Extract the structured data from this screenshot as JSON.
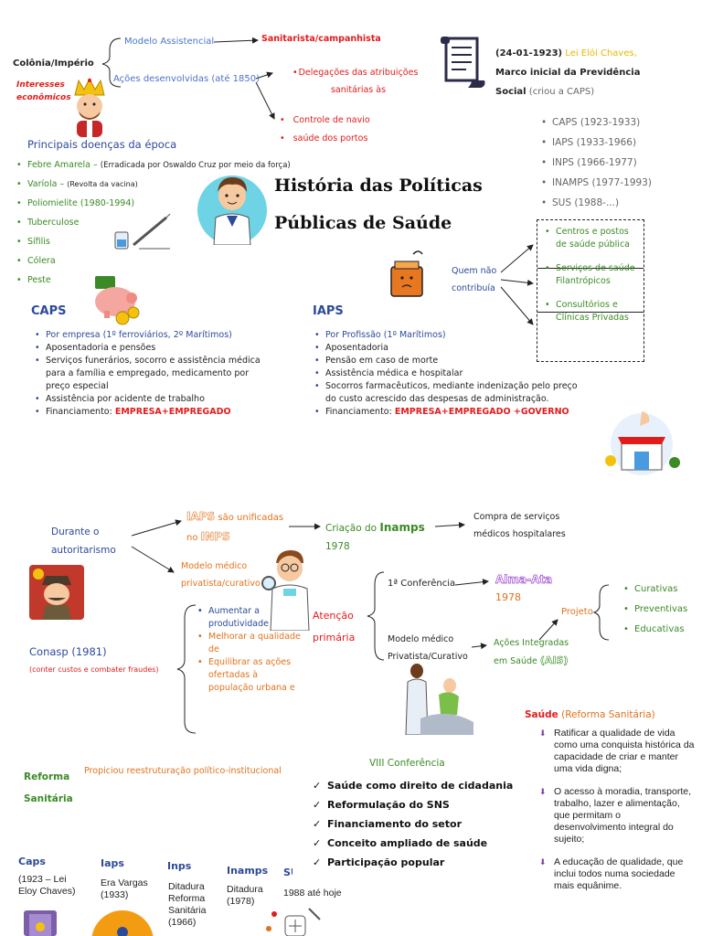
{
  "colonia": {
    "title": "Colônia/Império",
    "interesses": "Interesses\neconômicos",
    "modelo": "Modelo Assistencial",
    "sanitarista": "Sanitarista/campanhista",
    "acoes": "Ações desenvolvidas (até 1850)",
    "delegacoes": "Delegações das atribuições sanitárias às",
    "controle": "Controle de navio",
    "saude_portos": "saúde dos portos"
  },
  "eloi": {
    "date": "(24-01-1923)",
    "name": "Lei Elói Chaves,",
    "marco": "Marco inicial da Previdência",
    "social": "Social",
    "criou": "(criou a CAPS)"
  },
  "timeline": [
    "CAPS (1923-1933)",
    "IAPS (1933-1966)",
    "INPS (1966-1977)",
    "INAMPS (1977-1993)",
    "SUS (1988-...)"
  ],
  "doencas": {
    "title": "Principais doenças da época",
    "items": [
      {
        "name": "Febre Amarela –",
        "note": "(Erradicada por Oswaldo Cruz por meio da força)"
      },
      {
        "name": "Varíola –",
        "note": "(Revolta da vacina)"
      },
      {
        "name": "Poliomielite (1980-1994)",
        "note": ""
      },
      {
        "name": "Tuberculose",
        "note": ""
      },
      {
        "name": "Sífilis",
        "note": ""
      },
      {
        "name": "Cólera",
        "note": ""
      },
      {
        "name": "Peste",
        "note": ""
      }
    ]
  },
  "main_title": {
    "line1": "História das Políticas",
    "line2": "Públicas de Saúde"
  },
  "quem_nao": "Quem não\ncontribuía",
  "options": [
    "Centros e postos de saúde pública",
    "Serviços de saúde Filantrópicos",
    "Consultórios e Clínicas Privadas"
  ],
  "caps": {
    "title": "CAPS",
    "items": [
      "Por empresa (1º ferroviários, 2º Marítimos)",
      "Aposentadoria e pensões",
      "Serviços funerários, socorro e assistência médica para a família e empregado, medicamento por preço especial",
      "Assistência por acidente de trabalho"
    ],
    "fin_label": "Financiamento:",
    "fin_value": "EMPRESA+EMPREGADO"
  },
  "iaps": {
    "title": "IAPS",
    "items": [
      "Por Profissão (1º Marítimos)",
      "Aposentadoria",
      "Pensão em caso de morte",
      "Assistência médica e hospitalar",
      "Socorros farmacêuticos, mediante indenização pelo preço do custo acrescido das despesas de administração."
    ],
    "fin_label": "Financiamento:",
    "fin_value": "EMPRESA+EMPREGADO +GOVERNO"
  },
  "autoritarismo": {
    "title": "Durante o\nautoritarismo",
    "iaps_unif_a": "IAPS",
    "iaps_unif_b": "são unificadas",
    "iaps_unif_c": "no",
    "iaps_unif_d": "INPS",
    "modelo_medico": "Modelo médico\nprivatista/curativo",
    "criacao": "Criação do",
    "inamps": "Inamps",
    "year": "1978",
    "compra": "Compra de serviços\nmédicos hospitalares"
  },
  "conasp": {
    "title": "Conasp (1981)",
    "sub": "(conter custos e combater fraudes)",
    "items": [
      "Aumentar a produtividade",
      "Melhorar a qualidade de",
      "Equilibrar as ações ofertadas à população urbana e"
    ]
  },
  "atencao": "Atenção\nprimária",
  "conferencia": {
    "first": "1ª Conferência",
    "alma": "Alma-Ata",
    "alma_year": "1978",
    "modelo": "Modelo médico\nPrivatista/Curativo",
    "acoes": "Ações Integradas\nem Saúde",
    "ais": "(AIS)",
    "projeto": "Projeto",
    "tipos": [
      "Curativas",
      "Preventivas",
      "Educativas"
    ]
  },
  "saude_rs": {
    "title": "Saúde",
    "sub": "(Reforma Sanitária)",
    "items": [
      "Ratificar a qualidade de vida como uma conquista histórica da capacidade de criar e manter uma vida digna;",
      "O acesso à moradia, transporte, trabalho, lazer e alimentação, que permitam o desenvolvimento integral do sujeito;",
      "A educação de qualidade, que inclui todos numa sociedade mais equânime."
    ]
  },
  "reforma": {
    "title": "Reforma\nSanitária",
    "propiciou": "Propiciou reestruturação político-institucional"
  },
  "viii": {
    "title": "VIII Conferência",
    "items": [
      "Saúde como direito de cidadania",
      "Reformulação do SNS",
      "Financiamento do setor",
      "Conceito ampliado de saúde",
      "Participação popular"
    ]
  },
  "bottom": [
    {
      "title": "Caps",
      "text": "(1923 – Lei\nEloy Chaves)"
    },
    {
      "title": "Iaps",
      "text": "Era Vargas\n(1933)"
    },
    {
      "title": "Inps",
      "text": "Ditadura\nReforma\nSanitária\n(1966)"
    },
    {
      "title": "Inamps",
      "text": "Ditadura\n(1978)"
    },
    {
      "title": "SUS",
      "text": "1988 até hoje"
    }
  ],
  "colors": {
    "red": "#e31b1b",
    "blue": "#4a74c9",
    "green": "#3b8a25",
    "orange": "#e0721c",
    "navy": "#2d4a9a"
  }
}
